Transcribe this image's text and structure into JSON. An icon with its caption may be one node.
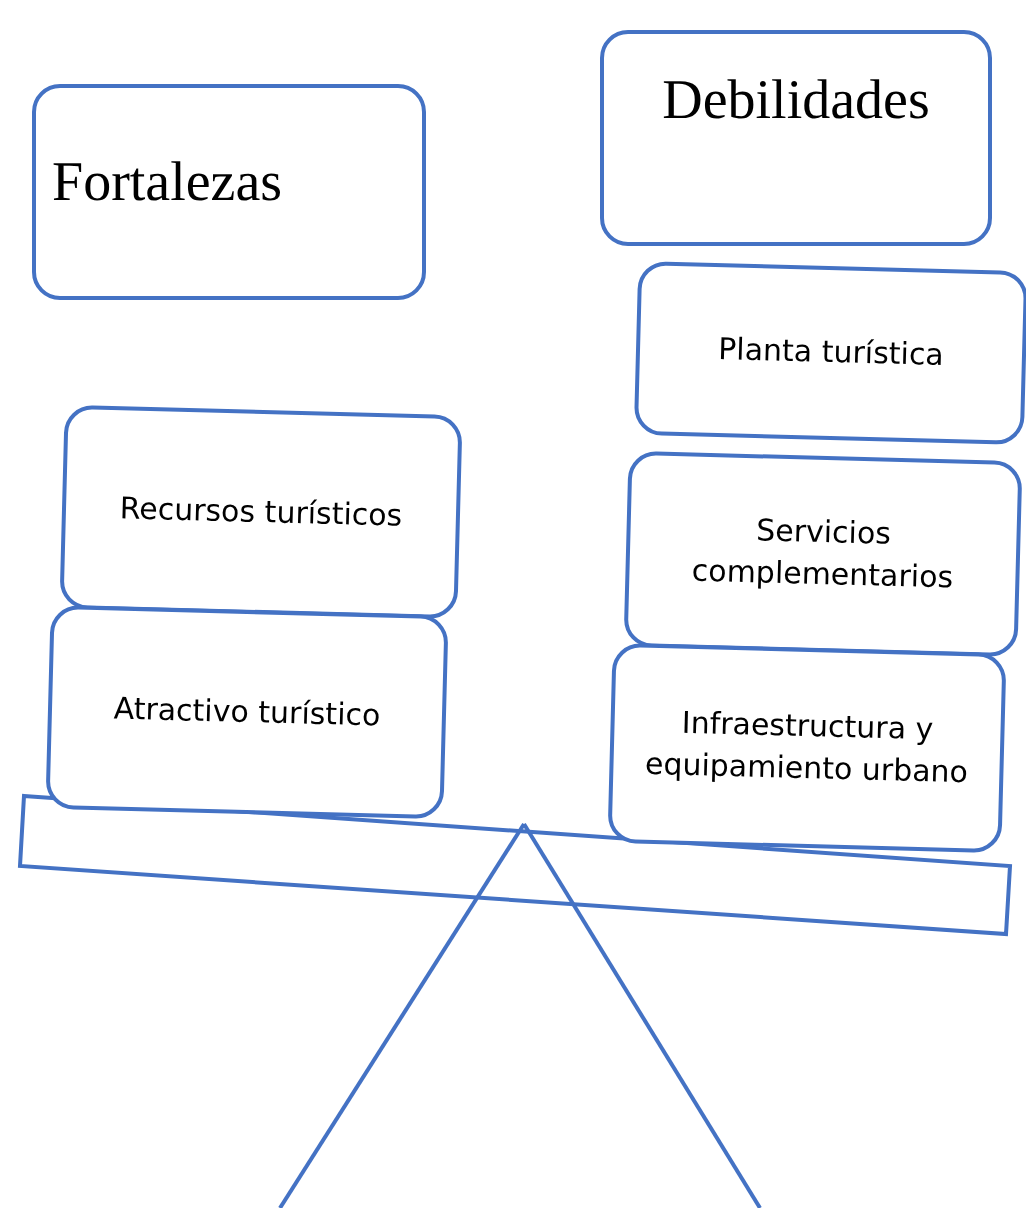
{
  "diagram": {
    "nodes": [
      {
        "text": [
          "Fortalezas"
        ]
      },
      {
        "text": [
          "Debilidades"
        ]
      },
      {
        "text": [
          "Planta turística"
        ]
      },
      {
        "text": [
          "Servicios complementarios"
        ]
      },
      {
        "text": [
          "Infraestructura y equipamiento urbano"
        ]
      },
      {
        "text": [
          "Recursos turísticos"
        ]
      },
      {
        "text": [
          "Atractivo turístico"
        ]
      }
    ]
  }
}
